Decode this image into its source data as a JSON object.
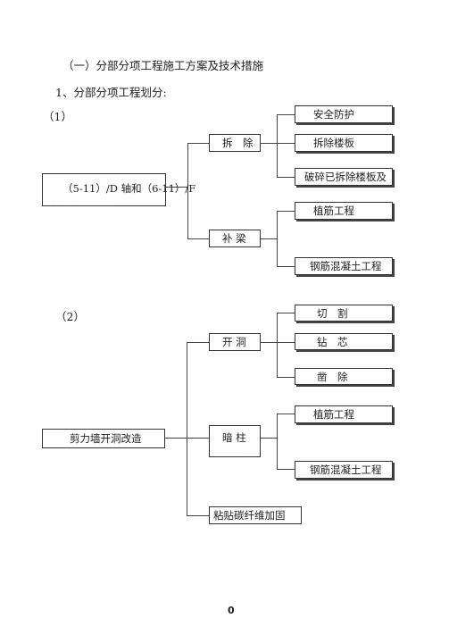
{
  "heading": "（一）分部分项工程施工方案及技术措施",
  "subheading": "1、分部分项工程划分:",
  "diagram1": {
    "label": "（1）",
    "root": "（5-11）/D 轴和（6-11）/F",
    "branches": [
      {
        "label": "拆　除",
        "children": [
          "安全防护",
          "拆除楼板",
          "破碎已拆除楼板及"
        ]
      },
      {
        "label": "补 梁",
        "children": [
          "植筋工程",
          "钢筋混凝土工程"
        ]
      }
    ]
  },
  "diagram2": {
    "label": "（2）",
    "root": "剪力墙开洞改造",
    "branches": [
      {
        "label": "开 洞",
        "children": [
          "切　割",
          "钻　芯",
          "凿　除"
        ]
      },
      {
        "label": "暗 柱",
        "children": [
          "植筋工程",
          "钢筋混凝土工程"
        ]
      },
      {
        "label": "粘贴碳纤维加固",
        "children": []
      }
    ]
  },
  "page_number": "0"
}
